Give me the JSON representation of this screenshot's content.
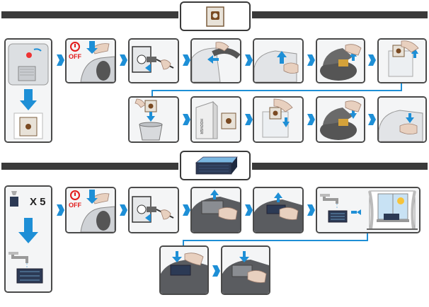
{
  "section1": {
    "header_icon": "dust-bag-icon"
  },
  "section2": {
    "header_icon": "hepa-filter-icon"
  },
  "labels": {
    "off": "OFF",
    "count": "X 5",
    "box_text": "HOOVER"
  },
  "colors": {
    "arrow_blue": "#1e8fd6",
    "frame": "#4a4a4a",
    "bar": "#3a3a3a",
    "off_red": "#e21b1b"
  }
}
